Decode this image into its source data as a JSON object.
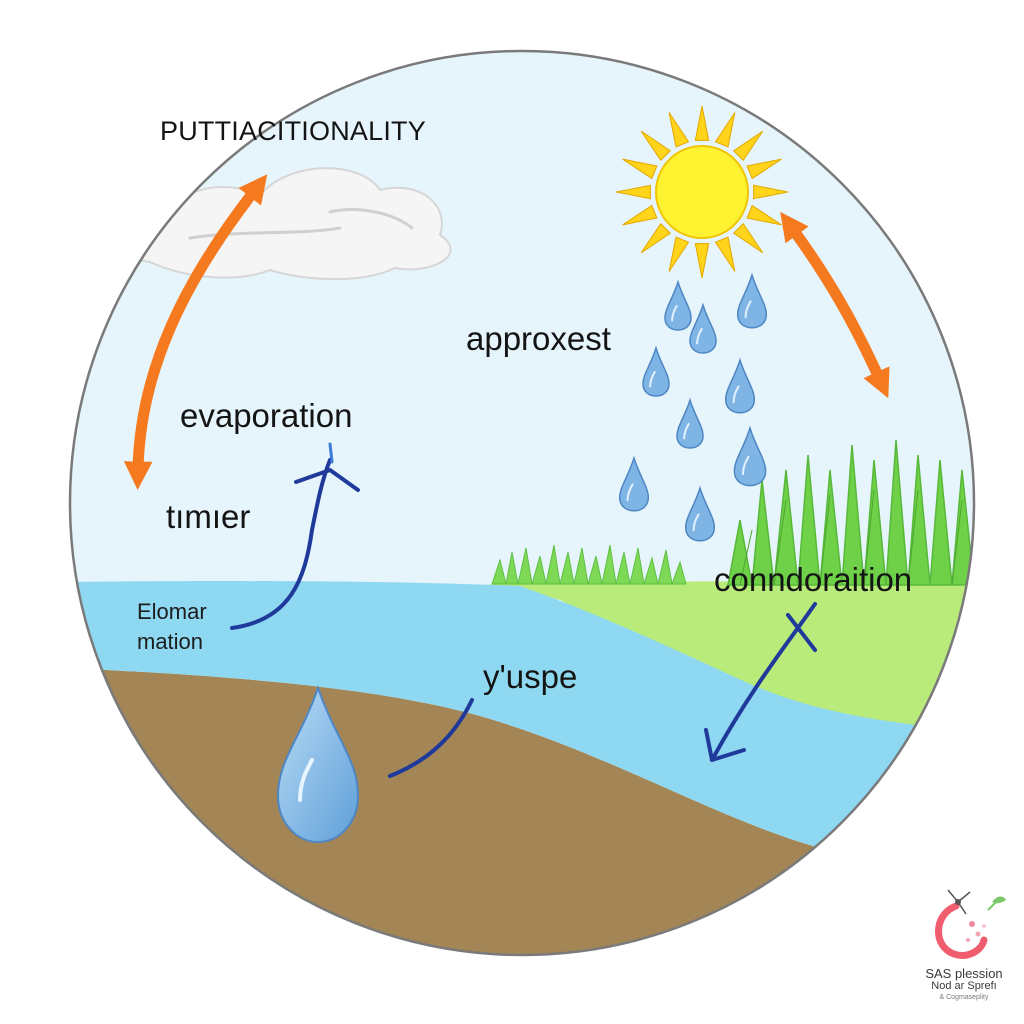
{
  "diagram": {
    "labels": {
      "title": "PUTTIACITIONALITY",
      "precipitation": "approxest",
      "evaporation": "evaporation",
      "timer": "tımıer",
      "condensation": "conndoraition",
      "ground_water": "y'uspe",
      "ocean_line1": "Elomar",
      "ocean_line2": "mation"
    },
    "colors": {
      "sky": "#e6f5fb",
      "cloud": "#f5f5f5",
      "sun": "#fff230",
      "sun_rays": "#ffd41a",
      "water": "#8fd8f2",
      "grass": "#b9eb7a",
      "trees": "#6fd147",
      "soil": "#a38556",
      "raindrop": "#7fb5e4",
      "arrow_orange": "#f57a1f",
      "arrow_blue": "#1f3a9a"
    }
  },
  "logo": {
    "line1": "SAS plession",
    "line2": "Nod ar Sprefı",
    "line3": "& Cogmaseplity"
  }
}
